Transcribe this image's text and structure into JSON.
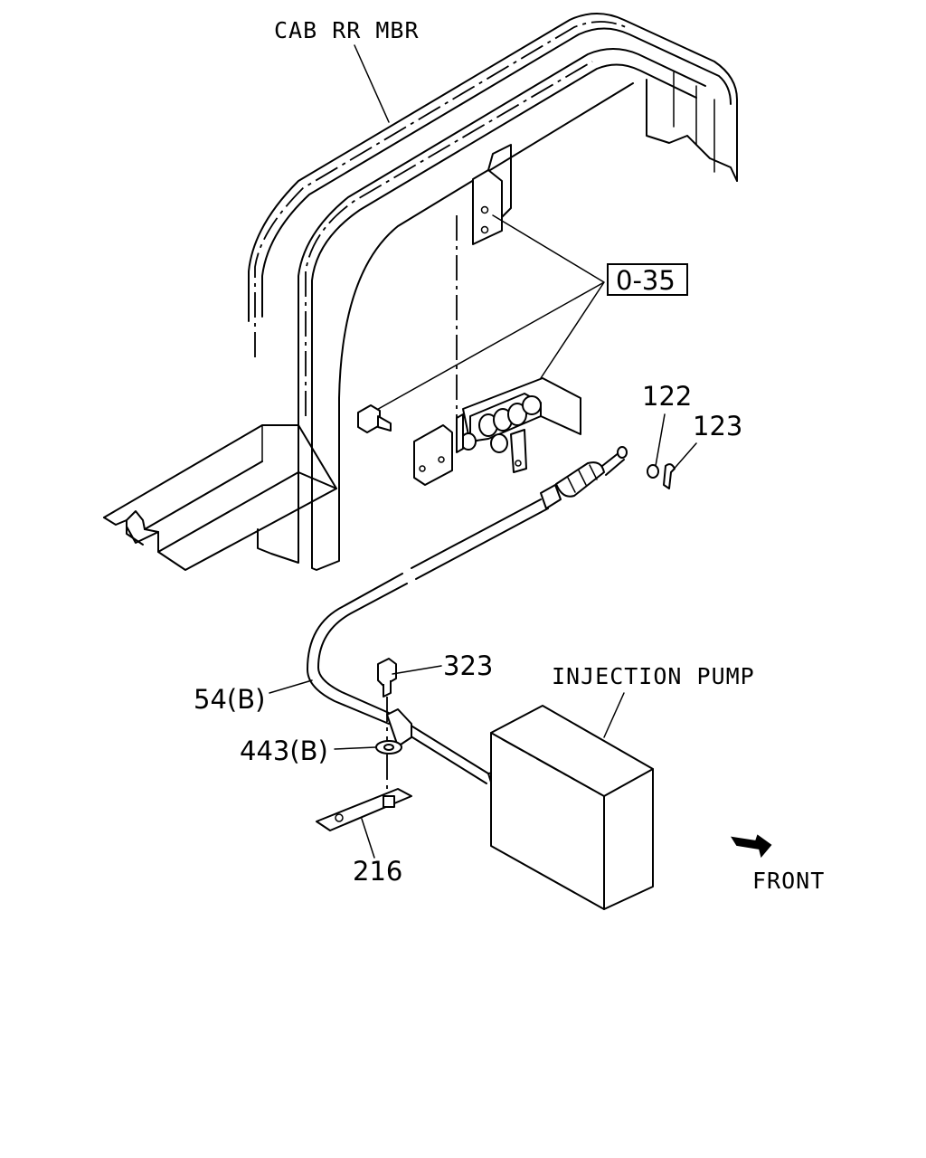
{
  "callouts": {
    "cab_rr_mbr": "CAB RR MBR",
    "ref_box": "0-35",
    "p122": "122",
    "p123": "123",
    "p323": "323",
    "injection_pump": "INJECTION PUMP",
    "p54b": "54(B)",
    "p443b": "443(B)",
    "p216": "216",
    "front": "FRONT"
  }
}
